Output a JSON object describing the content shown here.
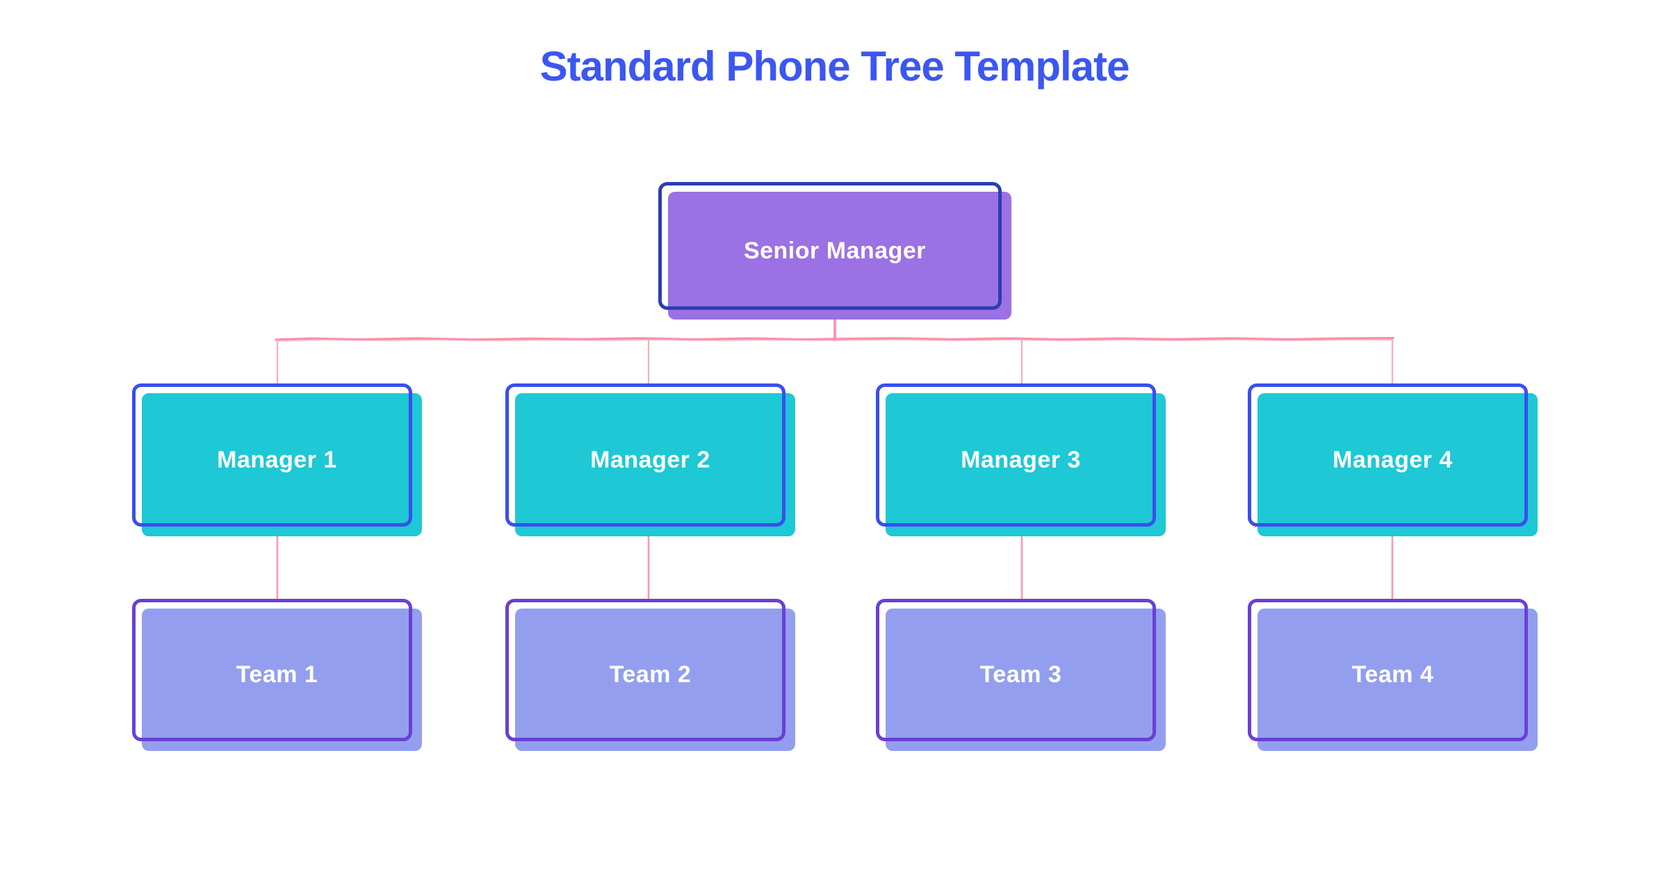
{
  "title": "Standard Phone Tree Template",
  "colors": {
    "background": "#ffffff",
    "title": "#3b57f2",
    "label_text": "#ffffff",
    "senior_fill": "#9c71e3",
    "senior_outline": "#2c3db4",
    "manager_fill": "#1ec8d5",
    "manager_outline": "#3a4eef",
    "team_fill": "#939fee",
    "team_outline": "#6a3fd6",
    "connector": "#fbacbe",
    "connector_strong": "#f78fa8",
    "connector_mid": "#fb98b0"
  },
  "tree": {
    "root": {
      "label": "Senior Manager"
    },
    "managers": [
      {
        "label": "Manager 1"
      },
      {
        "label": "Manager 2"
      },
      {
        "label": "Manager 3"
      },
      {
        "label": "Manager 4"
      }
    ],
    "teams": [
      {
        "label": "Team 1"
      },
      {
        "label": "Team 2"
      },
      {
        "label": "Team 3"
      },
      {
        "label": "Team 4"
      }
    ]
  }
}
